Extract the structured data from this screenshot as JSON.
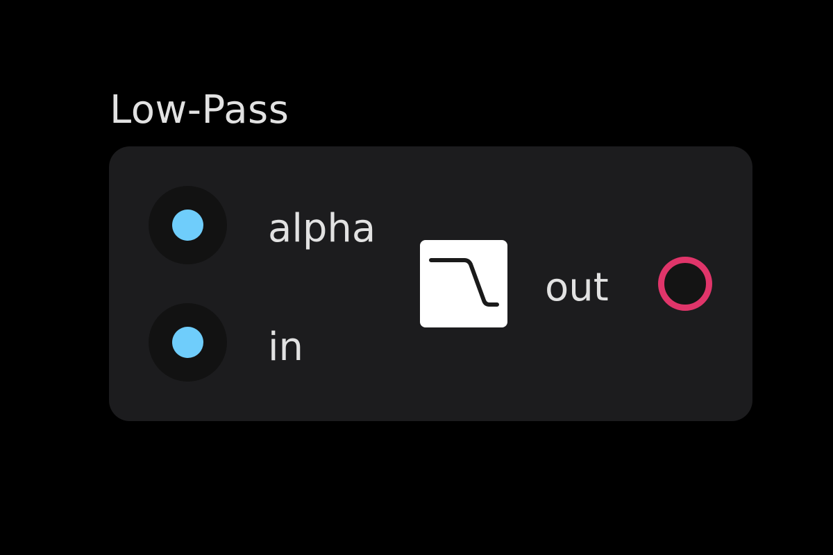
{
  "node": {
    "title": "Low-Pass",
    "inputs": [
      {
        "label": "alpha"
      },
      {
        "label": "in"
      }
    ],
    "output": {
      "label": "out"
    },
    "icon": "low-pass-filter-icon"
  },
  "colors": {
    "background": "#000000",
    "node_body": "#1c1c1e",
    "input_port": "#6fcdfb",
    "output_port": "#e0356a",
    "text": "#e2e2e2"
  }
}
